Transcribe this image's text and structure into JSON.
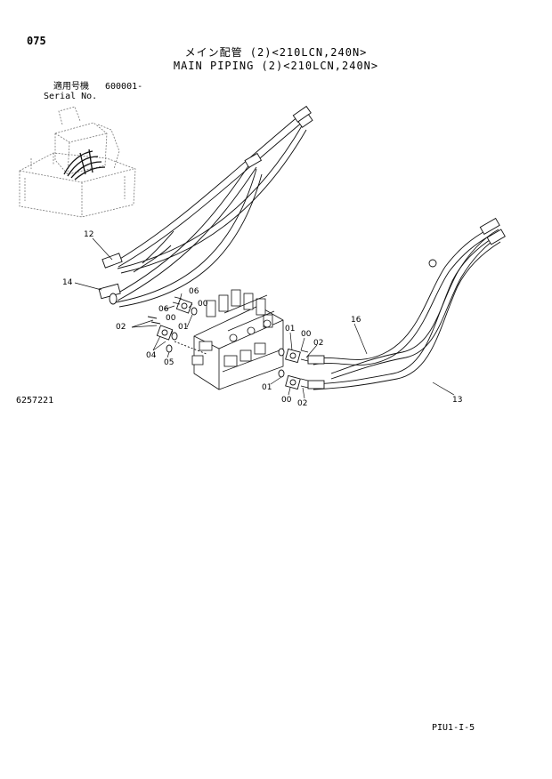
{
  "header": {
    "page_number": "075",
    "title_jp": "メイン配管 (2)<210LCN,240N>",
    "title_en": "MAIN PIPING (2)<210LCN,240N>",
    "serial_label_jp": "適用号機",
    "serial_label_en": "Serial No.",
    "serial_value": "600001-"
  },
  "diagram": {
    "figure_id": "6257221",
    "callouts": [
      {
        "id": "c12",
        "text": "12"
      },
      {
        "id": "c14",
        "text": "14"
      },
      {
        "id": "c06a",
        "text": "06"
      },
      {
        "id": "c06b",
        "text": "06"
      },
      {
        "id": "c00a",
        "text": "00"
      },
      {
        "id": "c00b",
        "text": "00"
      },
      {
        "id": "c01a",
        "text": "01"
      },
      {
        "id": "c02a",
        "text": "02"
      },
      {
        "id": "c04",
        "text": "04"
      },
      {
        "id": "c05",
        "text": "05"
      },
      {
        "id": "c16",
        "text": "16"
      },
      {
        "id": "c01b",
        "text": "01"
      },
      {
        "id": "c00c",
        "text": "00"
      },
      {
        "id": "c02b",
        "text": "02"
      },
      {
        "id": "c01c",
        "text": "01"
      },
      {
        "id": "c00d",
        "text": "00"
      },
      {
        "id": "c02c",
        "text": "02"
      },
      {
        "id": "c13",
        "text": "13"
      }
    ]
  },
  "footer": {
    "page_ref": "PIU1-I-5"
  }
}
